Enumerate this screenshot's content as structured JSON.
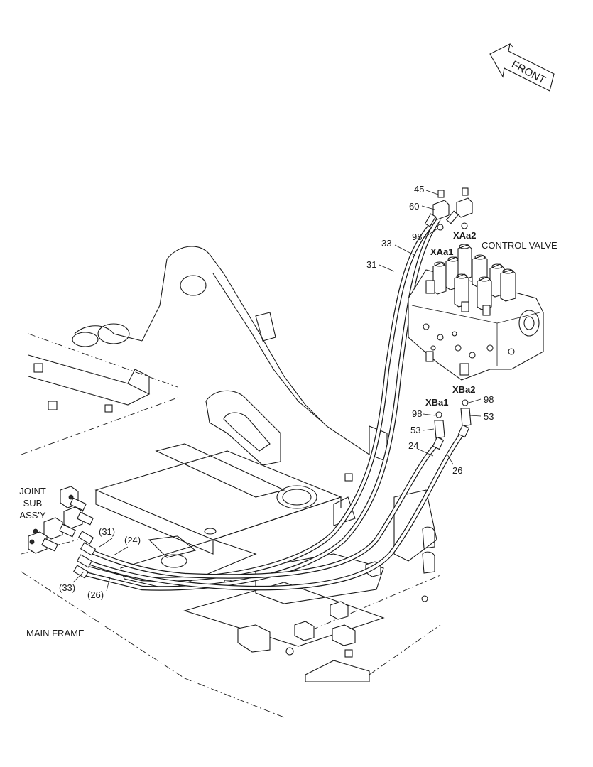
{
  "front_label": "FRONT",
  "labels": {
    "l45": "45",
    "l60": "60",
    "l98_top": "98",
    "l33": "33",
    "l31": "31",
    "xaa2": "XAa2",
    "xaa1": "XAa1",
    "control_valve": "CONTROL VALVE",
    "xba1": "XBa1",
    "xba2": "XBa2",
    "l98_left": "98",
    "l98_right": "98",
    "l53_left": "53",
    "l53_right": "53",
    "l24": "24",
    "l26": "26",
    "joint": "JOINT",
    "sub": "SUB",
    "assy": "ASS'Y",
    "l31p": "(31)",
    "l24p": "(24)",
    "l33p": "(33)",
    "l26p": "(26)",
    "main_frame": "MAIN FRAME"
  }
}
